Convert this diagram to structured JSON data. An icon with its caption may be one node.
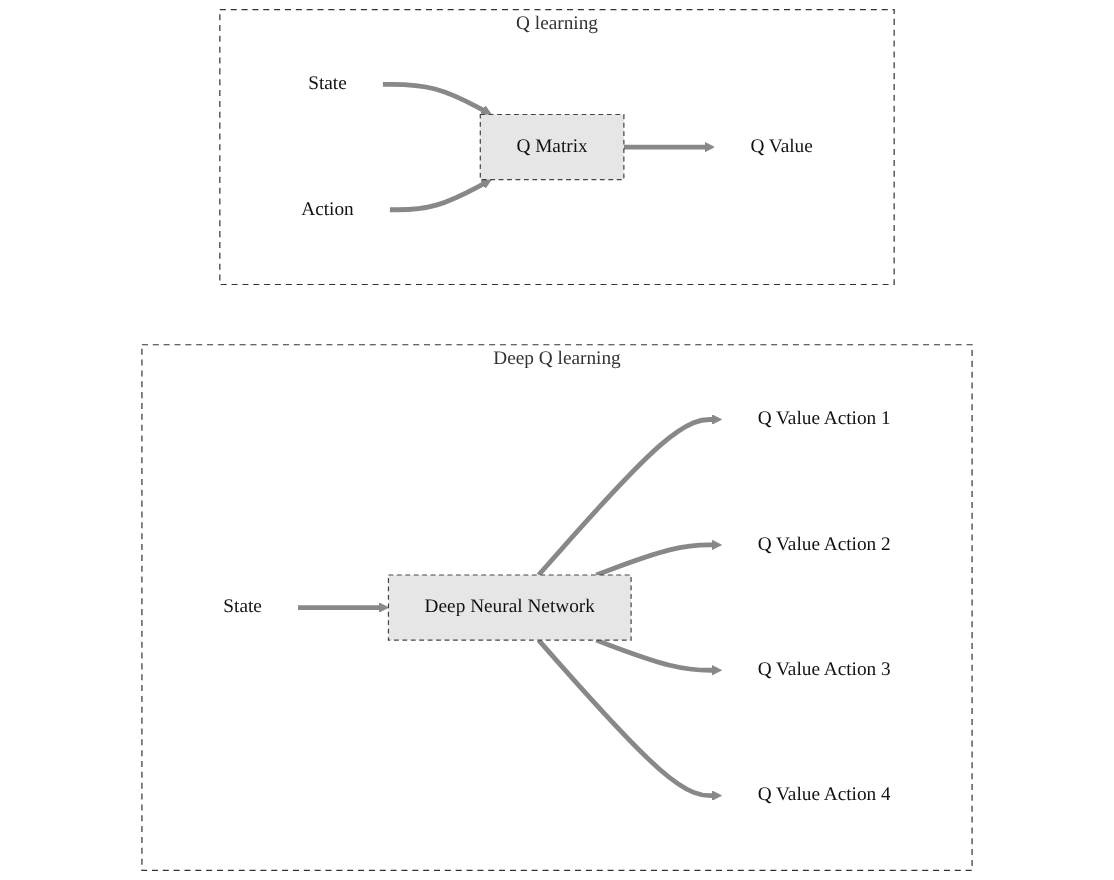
{
  "diagram": {
    "nodes": [
      {
        "text": [
          "Q learning"
        ]
      },
      {
        "text": [
          "Q Matrix"
        ],
        "in": 0
      },
      {
        "text": [
          "State"
        ],
        "in": 0
      },
      {
        "text": [
          "Action"
        ],
        "in": 0
      },
      {
        "text": [
          "Q Value"
        ],
        "in": 0
      },
      {
        "text": [
          "Deep Q learning"
        ]
      },
      {
        "text": [
          "Deep Neural Network"
        ],
        "in": 5
      },
      {
        "text": [
          "State"
        ],
        "in": 5
      },
      {
        "text": [
          "Q Value Action 1"
        ],
        "in": 5
      },
      {
        "text": [
          "Q Value Action 2"
        ],
        "in": 5
      },
      {
        "text": [
          "Q Value Action 3"
        ],
        "in": 5
      },
      {
        "text": [
          "Q Value Action 4"
        ],
        "in": 5
      }
    ],
    "edges": [
      {
        "from": 2,
        "to": 1,
        "arrow": "to"
      },
      {
        "from": 3,
        "to": 1,
        "arrow": "to"
      },
      {
        "from": 1,
        "to": 4,
        "arrow": "to"
      },
      {
        "from": 7,
        "to": 6,
        "arrow": "to"
      },
      {
        "from": 6,
        "to": 8,
        "arrow": "to"
      },
      {
        "from": 6,
        "to": 9,
        "arrow": "to"
      },
      {
        "from": 6,
        "to": 10,
        "arrow": "to"
      },
      {
        "from": 6,
        "to": 11,
        "arrow": "to"
      }
    ]
  }
}
